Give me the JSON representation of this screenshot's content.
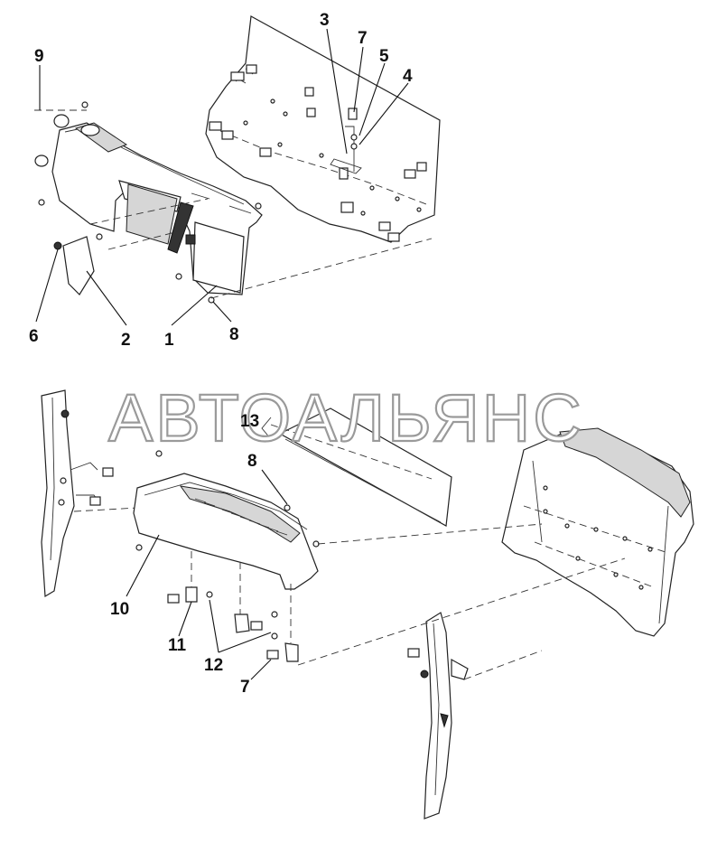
{
  "watermark": "АВТОАЛЬЯНС",
  "callouts": [
    {
      "id": "c9",
      "label": "9"
    },
    {
      "id": "c3",
      "label": "3"
    },
    {
      "id": "c7a",
      "label": "7"
    },
    {
      "id": "c5",
      "label": "5"
    },
    {
      "id": "c4",
      "label": "4"
    },
    {
      "id": "c6",
      "label": "6"
    },
    {
      "id": "c2",
      "label": "2"
    },
    {
      "id": "c1",
      "label": "1"
    },
    {
      "id": "c8a",
      "label": "8"
    },
    {
      "id": "c13",
      "label": "13"
    },
    {
      "id": "c8b",
      "label": "8"
    },
    {
      "id": "c10",
      "label": "10"
    },
    {
      "id": "c11",
      "label": "11"
    },
    {
      "id": "c12",
      "label": "12"
    },
    {
      "id": "c7b",
      "label": "7"
    }
  ]
}
